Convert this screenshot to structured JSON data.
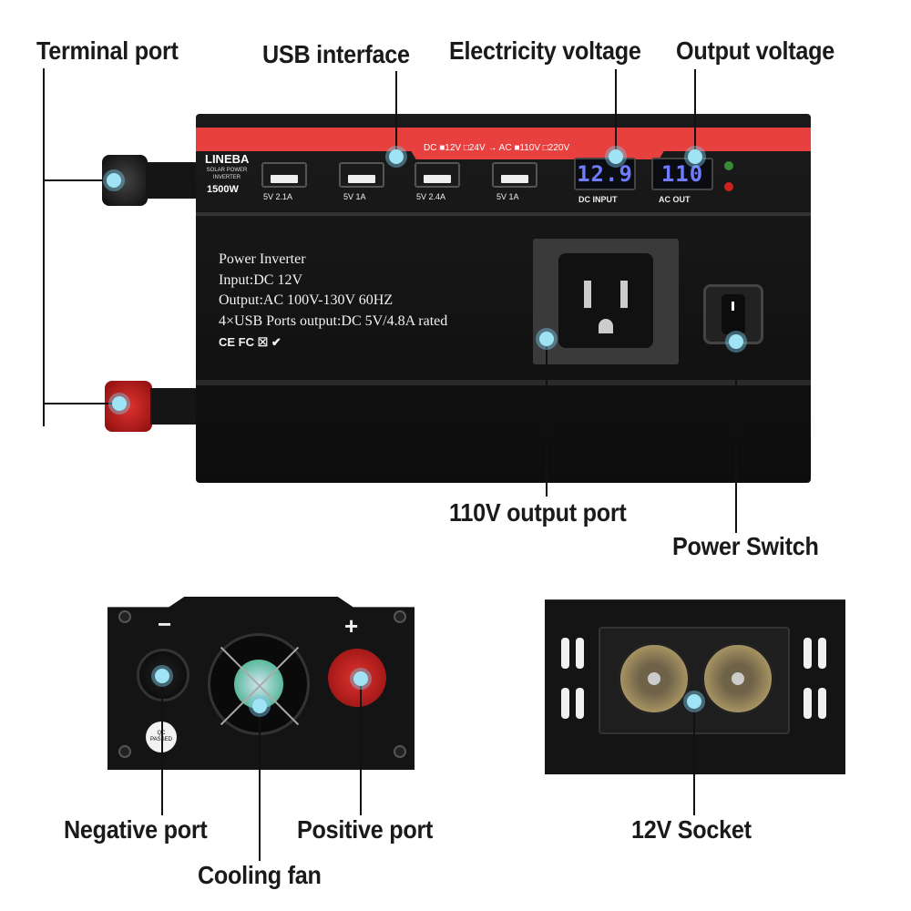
{
  "labels": {
    "terminal_port": "Terminal port",
    "usb_interface": "USB interface",
    "electricity_voltage": "Electricity voltage",
    "output_voltage": "Output voltage",
    "output_port_110v": "110V output port",
    "power_switch": "Power Switch",
    "negative_port": "Negative port",
    "positive_port": "Positive port",
    "cooling_fan": "Cooling fan",
    "socket_12v": "12V Socket"
  },
  "device": {
    "brand": "LINEBA",
    "subtitle": "SOLAR POWER INVERTER",
    "wattage": "1500W",
    "mode_strip": "DC ■12V □24V → AC ■110V □220V",
    "usb_ports": [
      "5V 2.1A",
      "5V 1A",
      "5V 2.4A",
      "5V 1A"
    ],
    "dc_input_reading": "12.9",
    "dc_input_label": "DC INPUT",
    "ac_out_reading": "110",
    "ac_out_label": "AC OUT",
    "spec_lines": [
      "Power Inverter",
      "Input:DC 12V",
      "Output:AC 100V-130V 60HZ",
      "4×USB Ports output:DC 5V/4.8A rated"
    ],
    "cert_marks": "CE FC ☒ ✔",
    "minus_sign": "−",
    "plus_sign": "+",
    "qc_sticker": "QC PASSED"
  },
  "colors": {
    "accent_red": "#e8403f",
    "dot_blue": "#9fe4f5",
    "lcd_blue": "#6f7cff"
  }
}
